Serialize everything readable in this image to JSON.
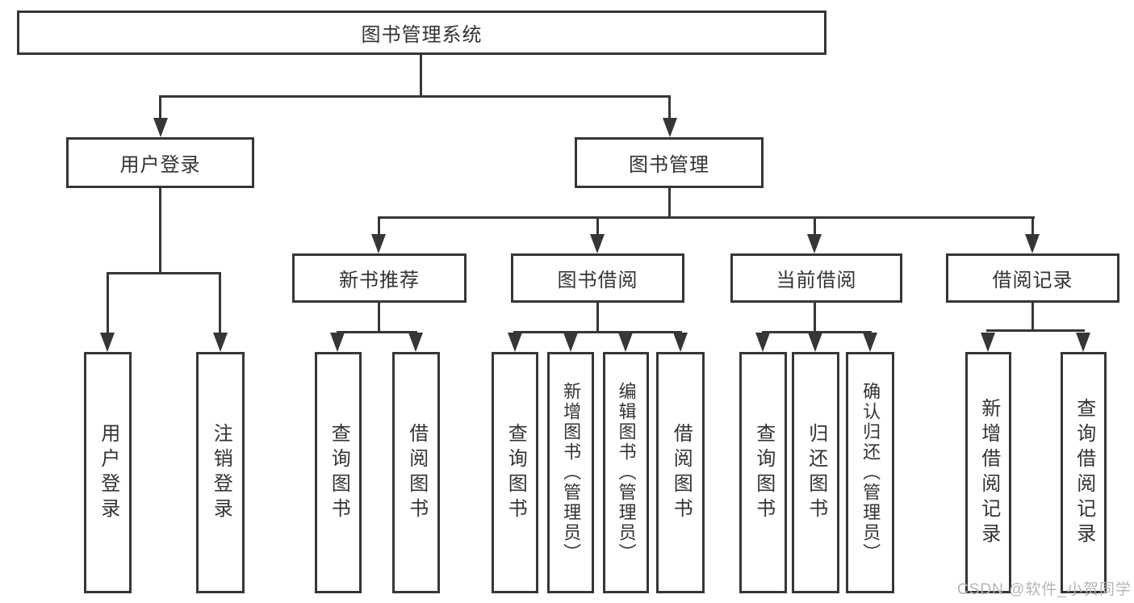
{
  "diagram": {
    "root": {
      "label": "图书管理系统"
    },
    "level1": [
      {
        "label": "用户登录"
      },
      {
        "label": "图书管理"
      }
    ],
    "level2": [
      {
        "label": "新书推荐"
      },
      {
        "label": "图书借阅"
      },
      {
        "label": "当前借阅"
      },
      {
        "label": "借阅记录"
      }
    ],
    "leaves": {
      "user": [
        "用户登录",
        "注销登录"
      ],
      "recommend": [
        "查询图书",
        "借阅图书"
      ],
      "borrow": [
        "查询图书",
        "新增图书（管理员）",
        "编辑图书（管理员）",
        "借阅图书"
      ],
      "current": [
        "查询图书",
        "归还图书",
        "确认归还（管理员）"
      ],
      "records": [
        "新增借阅记录",
        "查询借阅记录"
      ]
    },
    "colors": {
      "line": "#363636",
      "text": "#333333",
      "background": "#ffffff",
      "watermark": "#b5b5b5"
    }
  },
  "watermark": {
    "text": "CSDN @软件_小贺同学"
  }
}
